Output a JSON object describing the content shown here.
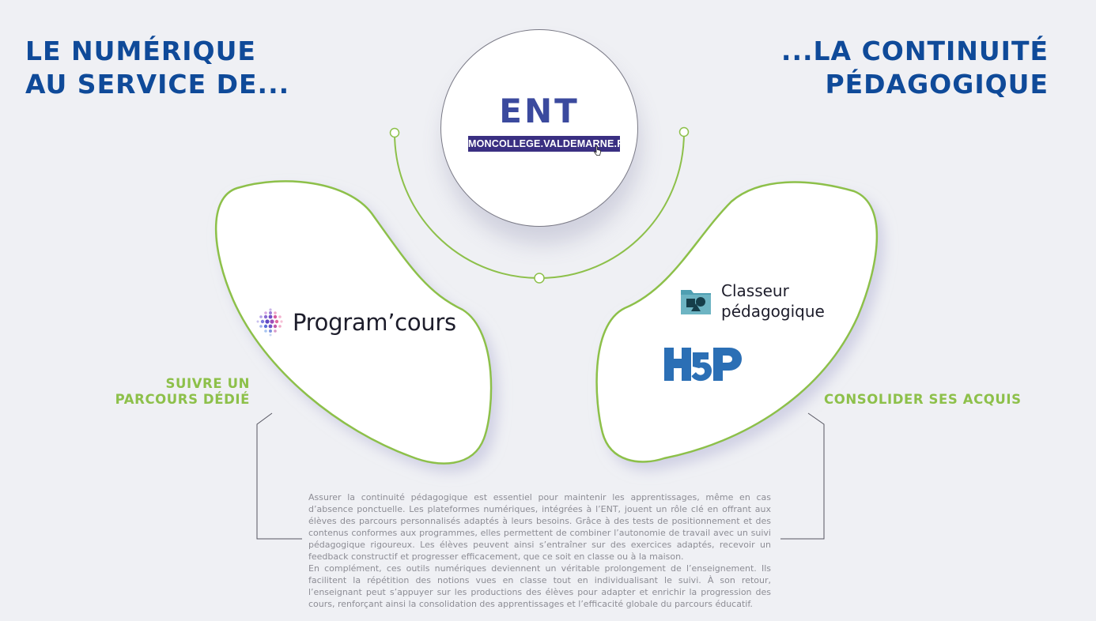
{
  "headings": {
    "left": [
      "LE NUMÉRIQUE",
      "AU SERVICE DE..."
    ],
    "right": [
      "...LA CONTINUITÉ",
      "PÉDAGOGIQUE"
    ]
  },
  "ent": {
    "title": "ENT",
    "banner": "MONCOLLEGE.VALDEMARNE.FR"
  },
  "left_blob": {
    "logo_text": "Program’cours",
    "label": [
      "SUIVRE UN",
      "PARCOURS DÉDIÉ"
    ]
  },
  "right_blob": {
    "classeur_lines": [
      "Classeur",
      "pédagogique"
    ],
    "h5p_logo": "H5P",
    "label": "CONSOLIDER SES ACQUIS"
  },
  "body_text": [
    "Assurer la continuité pédagogique est essentiel pour maintenir les apprentissages, même en cas d’absence ponctuelle. Les plateformes numériques, intégrées à l’ENT, jouent un rôle clé en offrant aux élèves des parcours personnalisés adaptés à leurs besoins. Grâce à des tests de positionnement et des contenus conformes aux programmes, elles permettent de combiner l’autonomie de travail avec un suivi pédagogique rigoureux. Les élèves peuvent ainsi s’entraîner sur des exercices adaptés, recevoir un feedback constructif et progresser efficacement, que ce soit en classe ou à la maison.",
    "En complément, ces outils numériques deviennent un véritable prolongement de l’enseignement. Ils facilitent la répétition des notions vues en classe tout en individualisant le suivi. À son retour, l’enseignant peut s’appuyer sur les productions des élèves pour adapter et enrichir la progression des cours, renforçant ainsi la consolidation des apprentissages et l’efficacité globale du parcours éducatif."
  ],
  "colors": {
    "heading": "#0f4a99",
    "accent_green": "#8dc04a",
    "ent_blue": "#3b4a9e",
    "banner_purple": "#3a2f82",
    "h5p_blue": "#2b6fb5",
    "classeur_teal": "#3f8fa3"
  }
}
